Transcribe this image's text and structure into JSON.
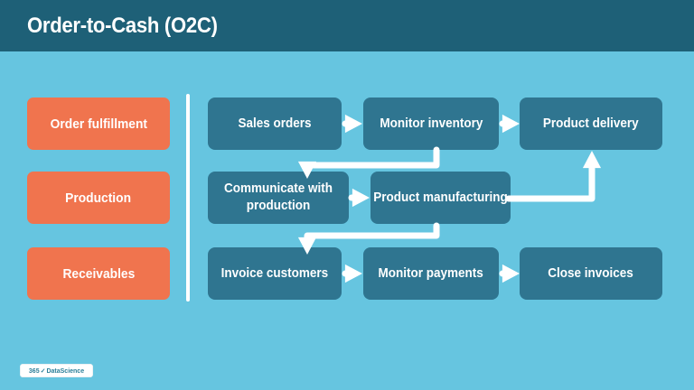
{
  "header": {
    "title": "Order-to-Cash (O2C)"
  },
  "categories": [
    {
      "label": "Order fulfillment"
    },
    {
      "label": "Production"
    },
    {
      "label": "Receivables"
    }
  ],
  "flow": {
    "nodes": [
      {
        "id": "sales-orders",
        "label": "Sales orders",
        "row": 1,
        "col": 1
      },
      {
        "id": "monitor-inventory",
        "label": "Monitor inventory",
        "row": 1,
        "col": 2
      },
      {
        "id": "product-delivery",
        "label": "Product delivery",
        "row": 1,
        "col": 3
      },
      {
        "id": "communicate-with-production",
        "label": "Communicate with production",
        "row": 2,
        "col": 1
      },
      {
        "id": "product-manufacturing",
        "label": "Product manufacturing",
        "row": 2,
        "col": 2
      },
      {
        "id": "invoice-customers",
        "label": "Invoice customers",
        "row": 3,
        "col": 1
      },
      {
        "id": "monitor-payments",
        "label": "Monitor payments",
        "row": 3,
        "col": 2
      },
      {
        "id": "close-invoices",
        "label": "Close invoices",
        "row": 3,
        "col": 3
      }
    ],
    "edges": [
      {
        "from": "sales-orders",
        "to": "monitor-inventory",
        "shape": "straight"
      },
      {
        "from": "monitor-inventory",
        "to": "product-delivery",
        "shape": "straight"
      },
      {
        "from": "monitor-inventory",
        "to": "communicate-with-production",
        "shape": "elbow"
      },
      {
        "from": "communicate-with-production",
        "to": "product-manufacturing",
        "shape": "straight"
      },
      {
        "from": "product-manufacturing",
        "to": "product-delivery",
        "shape": "elbow"
      },
      {
        "from": "product-manufacturing",
        "to": "invoice-customers",
        "shape": "elbow"
      },
      {
        "from": "invoice-customers",
        "to": "monitor-payments",
        "shape": "straight"
      },
      {
        "from": "monitor-payments",
        "to": "close-invoices",
        "shape": "straight"
      }
    ]
  },
  "logo": {
    "number": "365",
    "check": "✓",
    "name": "DataScience"
  },
  "colors": {
    "background": "#66c5e0",
    "header_bar": "#1e6077",
    "node": "#2f7590",
    "category": "#f0744e",
    "arrow": "#ffffff",
    "logo_text": "#2b7f99"
  }
}
